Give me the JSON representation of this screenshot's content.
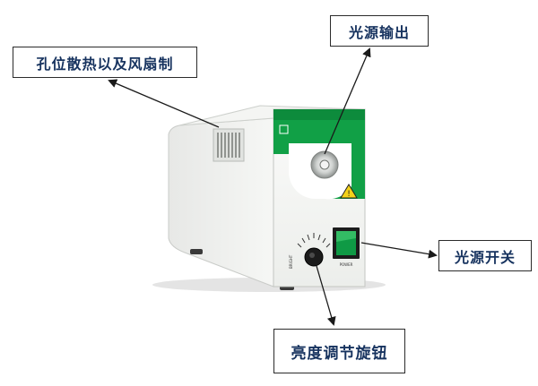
{
  "labels": {
    "vent": "孔位散热以及风扇制",
    "output": "光源输出",
    "switch": "光源开关",
    "knob": "亮度调节旋钮"
  },
  "device": {
    "knob_label": "BRIGHT",
    "power_label": "POWER"
  },
  "colors": {
    "body": "#f2f3f1",
    "accent_green": "#11a046",
    "switch_green": "#0f9a45",
    "label_text": "#17335f",
    "warning_yellow": "#f3d21a"
  }
}
